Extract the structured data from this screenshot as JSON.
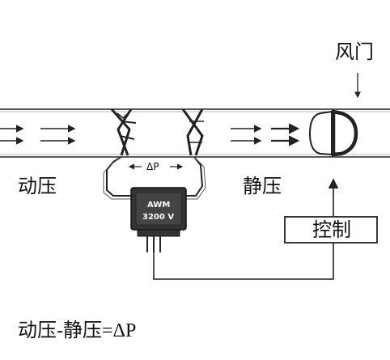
{
  "labels": {
    "damper": "风门",
    "dynamic_pressure": "动压",
    "static_pressure": "静压",
    "control": "控制",
    "delta_p": "ΔP",
    "sensor_line1": "AWM",
    "sensor_line2": "3200 V",
    "formula": "动压-静压=ΔP"
  },
  "colors": {
    "line": "#222222",
    "sensor_body": "#333333",
    "background": "#ffffff"
  },
  "icons": {
    "flow_arrows": "right-arrow-icon",
    "damper": "damper-icon",
    "sensor": "pressure-sensor-icon",
    "pitot_probe": "cross-probe-icon"
  }
}
